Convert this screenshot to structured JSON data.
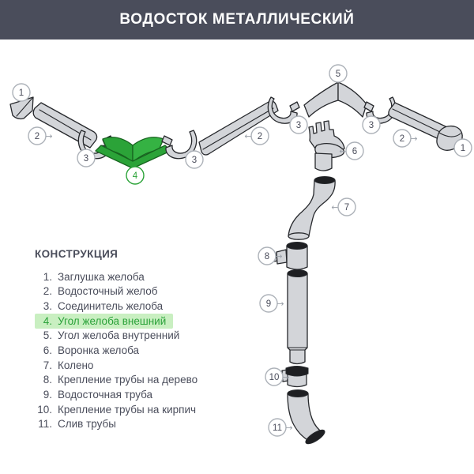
{
  "header": {
    "title": "ВОДОСТОК МЕТАЛЛИЧЕСКИЙ"
  },
  "legend": {
    "title": "КОНСТРУКЦИЯ",
    "items": [
      {
        "num": "1.",
        "label": "Заглушка желоба",
        "highlighted": false
      },
      {
        "num": "2.",
        "label": "Водосточный желоб",
        "highlighted": false
      },
      {
        "num": "3.",
        "label": "Соединитель желоба",
        "highlighted": false
      },
      {
        "num": "4.",
        "label": "Угол желоба внешний",
        "highlighted": true
      },
      {
        "num": "5.",
        "label": "Угол желоба внутренний",
        "highlighted": false
      },
      {
        "num": "6.",
        "label": "Воронка желоба",
        "highlighted": false
      },
      {
        "num": "7.",
        "label": "Колено",
        "highlighted": false
      },
      {
        "num": "8.",
        "label": "Крепление трубы на дерево",
        "highlighted": false
      },
      {
        "num": "9.",
        "label": "Водосточная труба",
        "highlighted": false
      },
      {
        "num": "10.",
        "label": "Крепление трубы на кирпич",
        "highlighted": false
      },
      {
        "num": "11.",
        "label": "Слив трубы",
        "highlighted": false
      }
    ]
  },
  "diagram": {
    "callouts": {
      "cap_left": "1",
      "gutter_left": "2",
      "connector_left": "3",
      "corner_outer": "4",
      "connector_mid": "3",
      "gutter_mid": "2",
      "corner_inner": "5",
      "connector_peak_left": "3",
      "connector_peak_right": "3",
      "gutter_right": "2",
      "cap_right": "1",
      "funnel": "6",
      "elbow": "7",
      "bracket_wood": "8",
      "downpipe": "9",
      "bracket_brick": "10",
      "drain": "11"
    },
    "icons": {
      "arrow_left": "←",
      "arrow_right": "→"
    }
  },
  "colors": {
    "header_bg": "#4a4d5b",
    "header_text": "#ffffff",
    "ink": "#4a4d5b",
    "part_fill": "#d3d5d9",
    "part_stroke": "#26282c",
    "dark_fill": "#1e1f22",
    "green": "#2ba338",
    "green_dark": "#17641f",
    "green_light": "#35b243",
    "highlight_bg": "#c9efc1",
    "highlight_text": "#2ba23a",
    "badge_border": "#adb2b9",
    "arrow": "#9aa0a8"
  }
}
